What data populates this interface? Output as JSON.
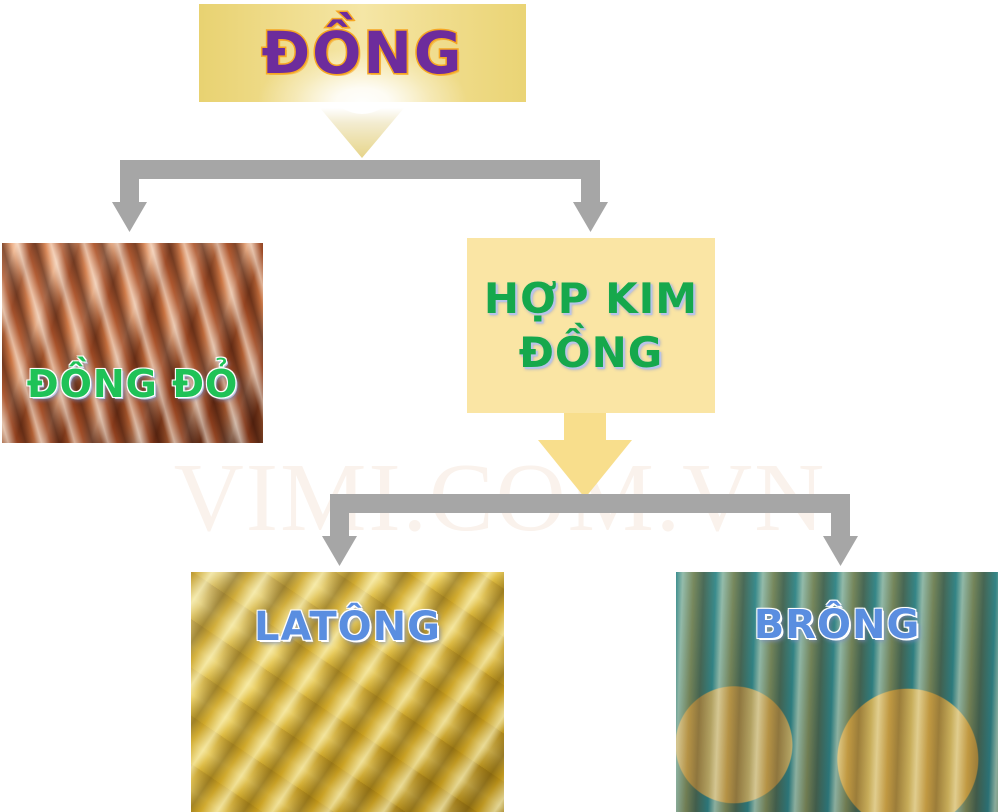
{
  "diagram": {
    "title": "ĐỒNG",
    "watermark": "VIMI.COM.VN",
    "nodes": {
      "root": {
        "label": "ĐỒNG",
        "kind": "title-box"
      },
      "copper": {
        "label": "ĐỒNG ĐỎ",
        "kind": "photo-card"
      },
      "alloy": {
        "label_line1": "HỢP KIM",
        "label_line2": "ĐỒNG",
        "kind": "text-box"
      },
      "brass": {
        "label": "LATÔNG",
        "kind": "photo-card"
      },
      "bronze": {
        "label": "BRÔNG",
        "kind": "photo-card"
      }
    },
    "connectors": {
      "title_arrow": "gradient-down-arrow",
      "bracket_level1": "gray-split-bracket",
      "alloy_arrow": "yellow-down-arrow",
      "bracket_level2": "gray-split-bracket"
    },
    "colors": {
      "title_text": "#6D2C9C",
      "title_outline": "#F6A623",
      "title_box_gold": "#EFDC8B",
      "alloy_box": "#FAE5A4",
      "alloy_text_green": "#16A84C",
      "photo_label_green": "#1FC257",
      "photo_label_blue": "#5A8EE0",
      "connector_gray": "#A6A6A6",
      "connector_yellow": "#F8DE8C",
      "watermark": "#FAF2EC",
      "background": "#FFFFFF"
    }
  }
}
